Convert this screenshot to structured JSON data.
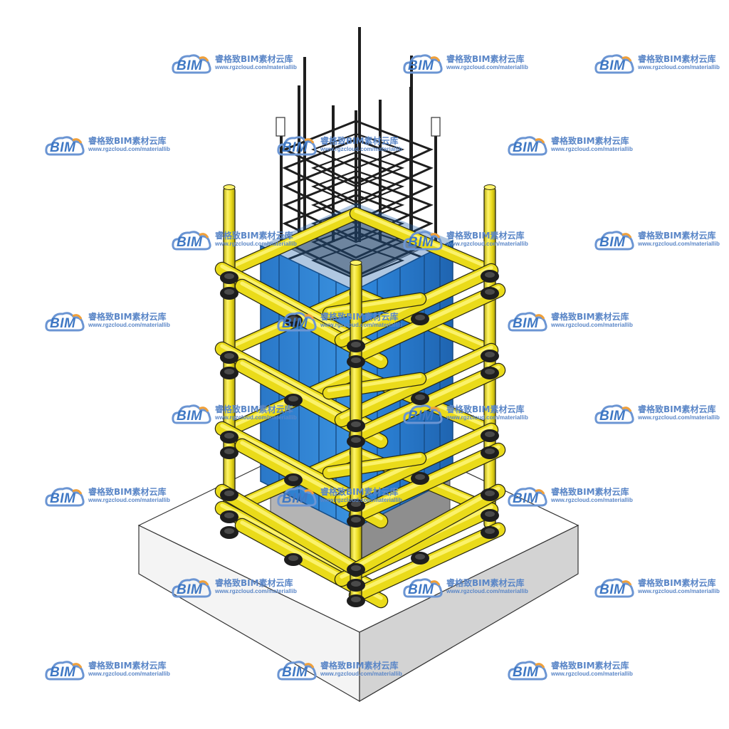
{
  "watermark": {
    "brand": "BIM",
    "name": "睿格致BIM素材云库",
    "url": "www.rgzcloud.com/materiallib"
  },
  "colors": {
    "scaffold_tube": "#f2e31d",
    "scaffold_outline": "#2a2a10",
    "formwork": "#2f86d8",
    "formwork_dark": "#1d5fa8",
    "concrete": "#a3a3a3",
    "footing_top": "#ffffff",
    "footing_side": "#d6d6d6",
    "rebar": "#1e1e1e",
    "watermark": "#3f78c4"
  },
  "icons": [
    "bim-cloud-logo-icon"
  ]
}
